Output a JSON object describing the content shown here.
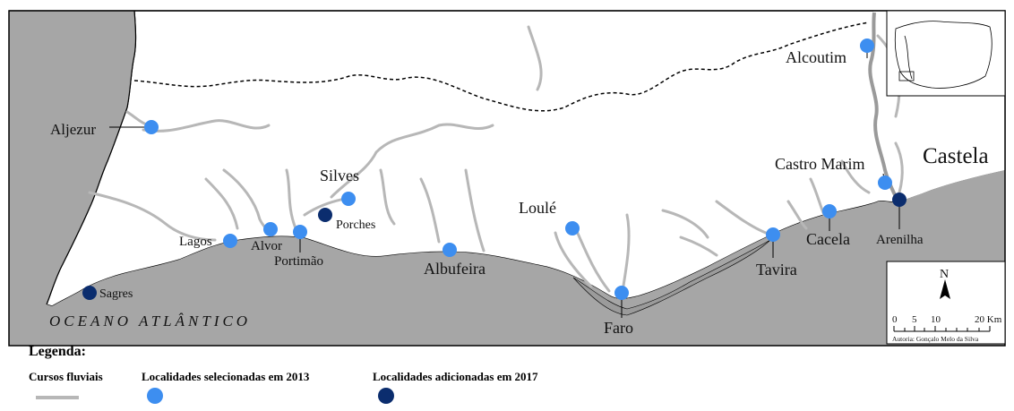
{
  "map": {
    "sea_label": "OCEANO ATLÂNTICO",
    "region_label": "Castela",
    "credit": "Autoria: Gonçalo Melo da Silva",
    "north_label": "N",
    "scale_labels": [
      "0",
      "5",
      "10",
      "20 Km"
    ],
    "places_2013": [
      "Aljezur",
      "Lagos",
      "Alvor",
      "Portimão",
      "Silves",
      "Albufeira",
      "Loulé",
      "Faro",
      "Tavira",
      "Cacela",
      "Castro Marim",
      "Alcoutim"
    ],
    "places_2017": [
      "Sagres",
      "Porches",
      "Arenilha"
    ]
  },
  "legend": {
    "title": "Legenda:",
    "rivers": "Cursos fluviais",
    "selected_2013": "Localidades selecionadas em 2013",
    "added_2017": "Localidades adicionadas em 2017"
  },
  "colors": {
    "sea": "#a6a6a6",
    "land": "#ffffff",
    "river": "#b7b7b7",
    "dot_2013": "#3d8ef0",
    "dot_2017": "#0b2d6e"
  }
}
